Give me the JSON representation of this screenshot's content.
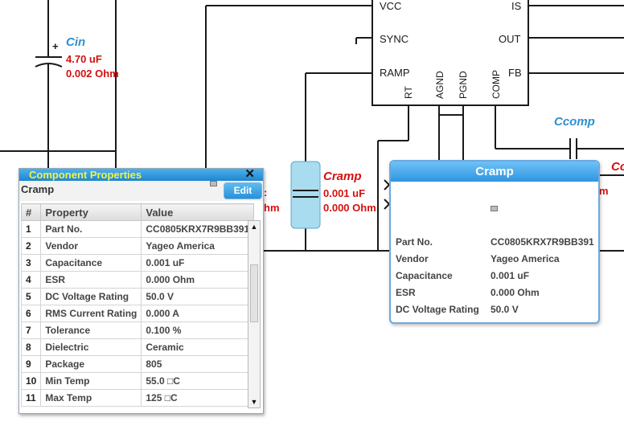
{
  "schematic": {
    "ic_pins_left": [
      "VCC",
      "SYNC",
      "RAMP"
    ],
    "ic_pins_right": [
      "IS",
      "OUT",
      "FB"
    ],
    "ic_pins_bottom": [
      "RT",
      "AGND",
      "PGND",
      "COMP"
    ],
    "cin": {
      "name": "Cin",
      "value": "4.70 uF",
      "esr": "0.002 Ohm",
      "polarity": "+"
    },
    "cramp": {
      "name": "Cramp",
      "value": "0.001 uF",
      "esr": "0.000 Ohm"
    },
    "ccomp": {
      "name": "Ccomp"
    },
    "partial_right_label": "Cc",
    "partial_m": "m",
    "partial_hm": "hm",
    "partial_colon": ":",
    "colors": {
      "wire": "#1a1a1a",
      "cin_name": "#2f8fd0",
      "value": "#d41010",
      "highlight": "#a9dcef"
    }
  },
  "properties_dialog": {
    "title": "Component Properties",
    "close_glyph": "✕",
    "component": "Cramp",
    "edit_label": "Edit",
    "columns": [
      "#",
      "Property",
      "Value"
    ],
    "rows": [
      {
        "n": "1",
        "property": "Part No.",
        "value": "CC0805KRX7R9BB391"
      },
      {
        "n": "2",
        "property": "Vendor",
        "value": "Yageo America"
      },
      {
        "n": "3",
        "property": "Capacitance",
        "value": "0.001 uF"
      },
      {
        "n": "4",
        "property": "ESR",
        "value": "0.000 Ohm"
      },
      {
        "n": "5",
        "property": "DC Voltage Rating",
        "value": "50.0 V"
      },
      {
        "n": "6",
        "property": "RMS Current Rating",
        "value": "0.000 A"
      },
      {
        "n": "7",
        "property": "Tolerance",
        "value": "0.100 %"
      },
      {
        "n": "8",
        "property": "Dielectric",
        "value": "Ceramic"
      },
      {
        "n": "9",
        "property": "Package",
        "value": "805"
      },
      {
        "n": "10",
        "property": "Min Temp",
        "value": "55.0 □C"
      },
      {
        "n": "11",
        "property": "Max Temp",
        "value": "125 □C"
      }
    ],
    "scroll_up": "▲",
    "scroll_down": "▼"
  },
  "hover_popup": {
    "title": "Cramp",
    "fields": [
      {
        "key": "Part No.",
        "value": "CC0805KRX7R9BB391"
      },
      {
        "key": "Vendor",
        "value": "Yageo America"
      },
      {
        "key": "Capacitance",
        "value": "0.001 uF"
      },
      {
        "key": "ESR",
        "value": "0.000 Ohm"
      },
      {
        "key": "DC Voltage Rating",
        "value": "50.0 V"
      }
    ]
  }
}
